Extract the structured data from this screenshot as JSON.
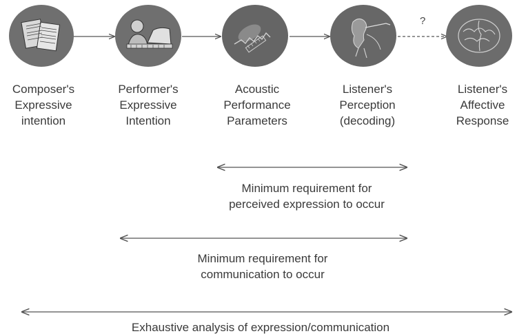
{
  "stages": [
    {
      "id": "composer",
      "icon": "sheet-music-icon",
      "lines": [
        "Composer's",
        "Expressive",
        "intention"
      ]
    },
    {
      "id": "performer",
      "icon": "performer-icon",
      "lines": [
        "Performer's",
        "Expressive",
        "Intention"
      ]
    },
    {
      "id": "acoustic",
      "icon": "acoustic-waveform-icon",
      "lines": [
        "Acoustic",
        "Performance",
        "Parameters"
      ]
    },
    {
      "id": "perception",
      "icon": "listener-icon",
      "lines": [
        "Listener's",
        "Perception",
        "(decoding)"
      ]
    },
    {
      "id": "affective",
      "icon": "brain-icon",
      "lines": [
        "Listener's",
        "Affective",
        "Response"
      ]
    }
  ],
  "uncertain_link_mark": "?",
  "ranges": [
    {
      "id": "perceived",
      "lines": [
        "Minimum requirement for",
        "perceived expression to occur"
      ]
    },
    {
      "id": "communication",
      "lines": [
        "Minimum requirement for",
        "communication to occur"
      ]
    },
    {
      "id": "exhaustive",
      "lines": [
        "Exhaustive analysis of expression/communication"
      ]
    }
  ],
  "colors": {
    "icon_fill": "#6f6f6f",
    "icon_dark": "#3c3c3c",
    "line": "#555555",
    "text": "#3a3a3a"
  }
}
